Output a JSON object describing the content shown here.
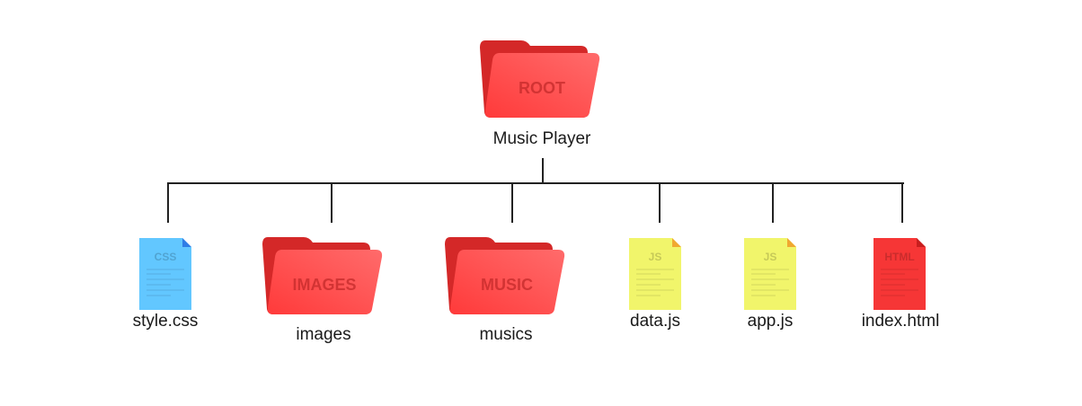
{
  "root": {
    "name": "Music Player",
    "icon_text": "ROOT",
    "type": "folder"
  },
  "children": [
    {
      "name": "style.css",
      "icon_text": "CSS",
      "type": "file",
      "color": "#62c7ff",
      "corner": "#2f7de6"
    },
    {
      "name": "images",
      "icon_text": "IMAGES",
      "type": "folder"
    },
    {
      "name": "musics",
      "icon_text": "MUSIC",
      "type": "folder"
    },
    {
      "name": "data.js",
      "icon_text": "JS",
      "type": "file",
      "color": "#f1f56b",
      "corner": "#f0a830"
    },
    {
      "name": "app.js",
      "icon_text": "JS",
      "type": "file",
      "color": "#f1f56b",
      "corner": "#f0a830"
    },
    {
      "name": "index.html",
      "icon_text": "HTML",
      "type": "file",
      "color": "#f63636",
      "corner": "#c81e1e"
    }
  ],
  "colors": {
    "folder_back": "#d42828",
    "folder_front_a": "#ff3a3a",
    "folder_front_b": "#ff6b6b",
    "line": "#222222"
  }
}
